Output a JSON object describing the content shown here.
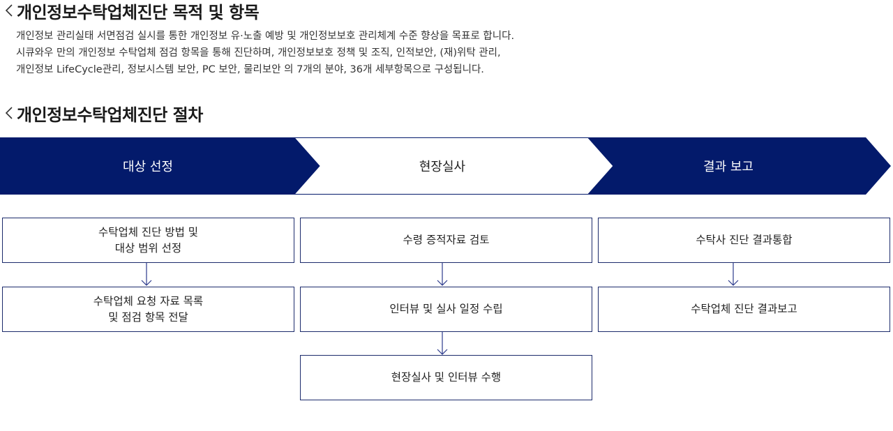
{
  "sections": {
    "purpose": {
      "title": "개인정보수탁업체진단 목적 및 항목",
      "lines": [
        "개인정보 관리실태 서면점검 실시를 통한 개인정보 유·노출 예방 및 개인정보보호 관리체계 수준 향상을 목표로 합니다.",
        "시큐와우 만의 개인정보 수탁업체 점검 항목을 통해 진단하며, 개인정보보호 정책 및 조직, 인적보안, (재)위탁 관리,",
        "개인정보 LifeCycle관리, 정보시스템 보안, PC 보안, 물리보안 의 7개의 분야, 36개 세부항목으로 구성됩니다."
      ]
    },
    "procedure": {
      "title": "개인정보수탁업체진단 절차"
    }
  },
  "stages": [
    {
      "label": "대상 선정",
      "style": "filled"
    },
    {
      "label": "현장실사",
      "style": "outline"
    },
    {
      "label": "결과 보고",
      "style": "filled"
    }
  ],
  "columns": [
    {
      "steps": [
        [
          "수탁업체 진단 방법 및",
          "대상 범위 선정"
        ],
        [
          "수탁업체 요청 자료 목록",
          "및 점검 항목 전달"
        ]
      ]
    },
    {
      "steps": [
        [
          "수령 증적자료 검토"
        ],
        [
          "인터뷰 및 실사 일정 수립"
        ],
        [
          "현장실사 및 인터뷰 수행"
        ]
      ]
    },
    {
      "steps": [
        [
          "수탁사 진단 결과통합"
        ],
        [
          "수탁업체 진단 결과보고"
        ]
      ]
    }
  ],
  "colors": {
    "navy": "#031a6b",
    "border": "#1b2a6b",
    "arrow": "#2c3a8c"
  },
  "icons": {
    "section_marker": "chevron-left-icon",
    "flow_connector": "arrow-down-icon"
  }
}
